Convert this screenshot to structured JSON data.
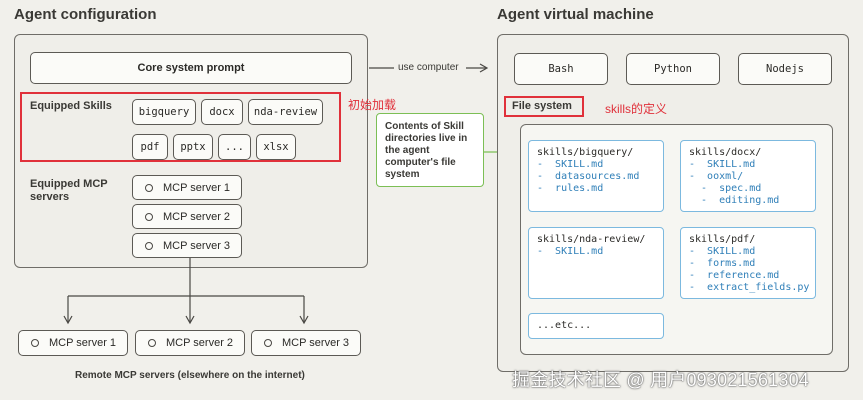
{
  "left": {
    "title": "Agent configuration",
    "core_prompt": "Core system prompt",
    "equipped_skills_label": "Equipped Skills",
    "skills_row1": [
      "bigquery",
      "docx",
      "nda-review"
    ],
    "skills_row2": [
      "pdf",
      "pptx",
      "...",
      "xlsx"
    ],
    "annotation_red": "初始加载",
    "equipped_mcp_label": "Equipped MCP servers",
    "mcp_servers": [
      "MCP server 1",
      "MCP server 2",
      "MCP server 3"
    ]
  },
  "connector": {
    "use_computer": "use computer"
  },
  "remote": {
    "servers": [
      "MCP server 1",
      "MCP server 2",
      "MCP server 3"
    ],
    "caption": "Remote MCP servers (elsewhere on the internet)"
  },
  "right": {
    "title": "Agent virtual machine",
    "runtimes": [
      "Bash",
      "Python",
      "Nodejs"
    ],
    "file_system_label": "File system",
    "annotation_red": "skills的定义",
    "green_note": "Contents of Skill directories live in the agent computer's file system",
    "skill_dirs": [
      {
        "title": "skills/bigquery/",
        "items": [
          "-  SKILL.md",
          "-  datasources.md",
          "-  rules.md"
        ]
      },
      {
        "title": "skills/docx/",
        "items": [
          "-  SKILL.md",
          "-  ooxml/",
          "  -  spec.md",
          "  -  editing.md"
        ]
      },
      {
        "title": "skills/nda-review/",
        "items": [
          "-  SKILL.md"
        ]
      },
      {
        "title": "skills/pdf/",
        "items": [
          "-  SKILL.md",
          "-  forms.md",
          "-  reference.md",
          "-  extract_fields.py"
        ]
      }
    ],
    "etc": "...etc..."
  },
  "watermark": "掘金技术社区 @ 用户093021561304",
  "colors": {
    "red_annotation": "#e0303a",
    "green_note_border": "#7cbf55",
    "skill_card_border": "#7cb9df",
    "skill_item_text": "#2f7fb8",
    "background": "#f1f0eb"
  }
}
